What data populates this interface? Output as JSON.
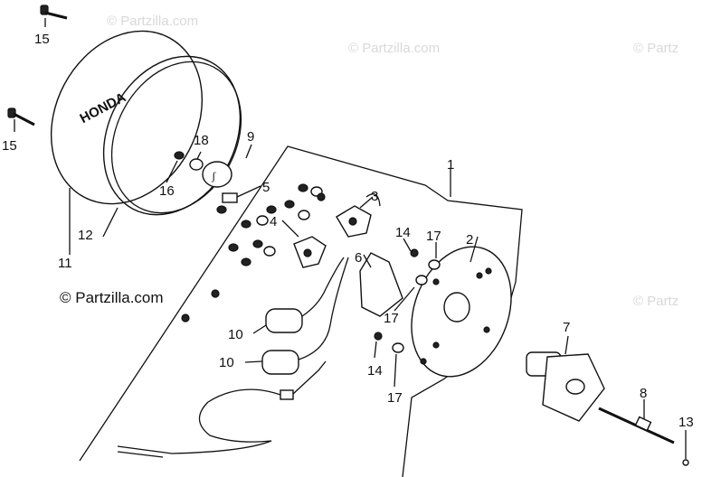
{
  "watermarks": {
    "main": "© Partzilla.com",
    "faded": "© Partzilla.com",
    "faded_short": "© Partz"
  },
  "callouts": {
    "c1": "1",
    "c2": "2",
    "c3": "3",
    "c4": "4",
    "c5": "5",
    "c6": "6",
    "c7": "7",
    "c8": "8",
    "c9": "9",
    "c10a": "10",
    "c10b": "10",
    "c11": "11",
    "c12": "12",
    "c13": "13",
    "c14a": "14",
    "c14b": "14",
    "c15a": "15",
    "c15b": "15",
    "c16": "16",
    "c17a": "17",
    "c17b": "17",
    "c17c": "17",
    "c18": "18"
  },
  "cover_emblem": "HONDA",
  "colors": {
    "ink": "#111111",
    "watermark": "#d9d9d9",
    "background": "#ffffff"
  }
}
